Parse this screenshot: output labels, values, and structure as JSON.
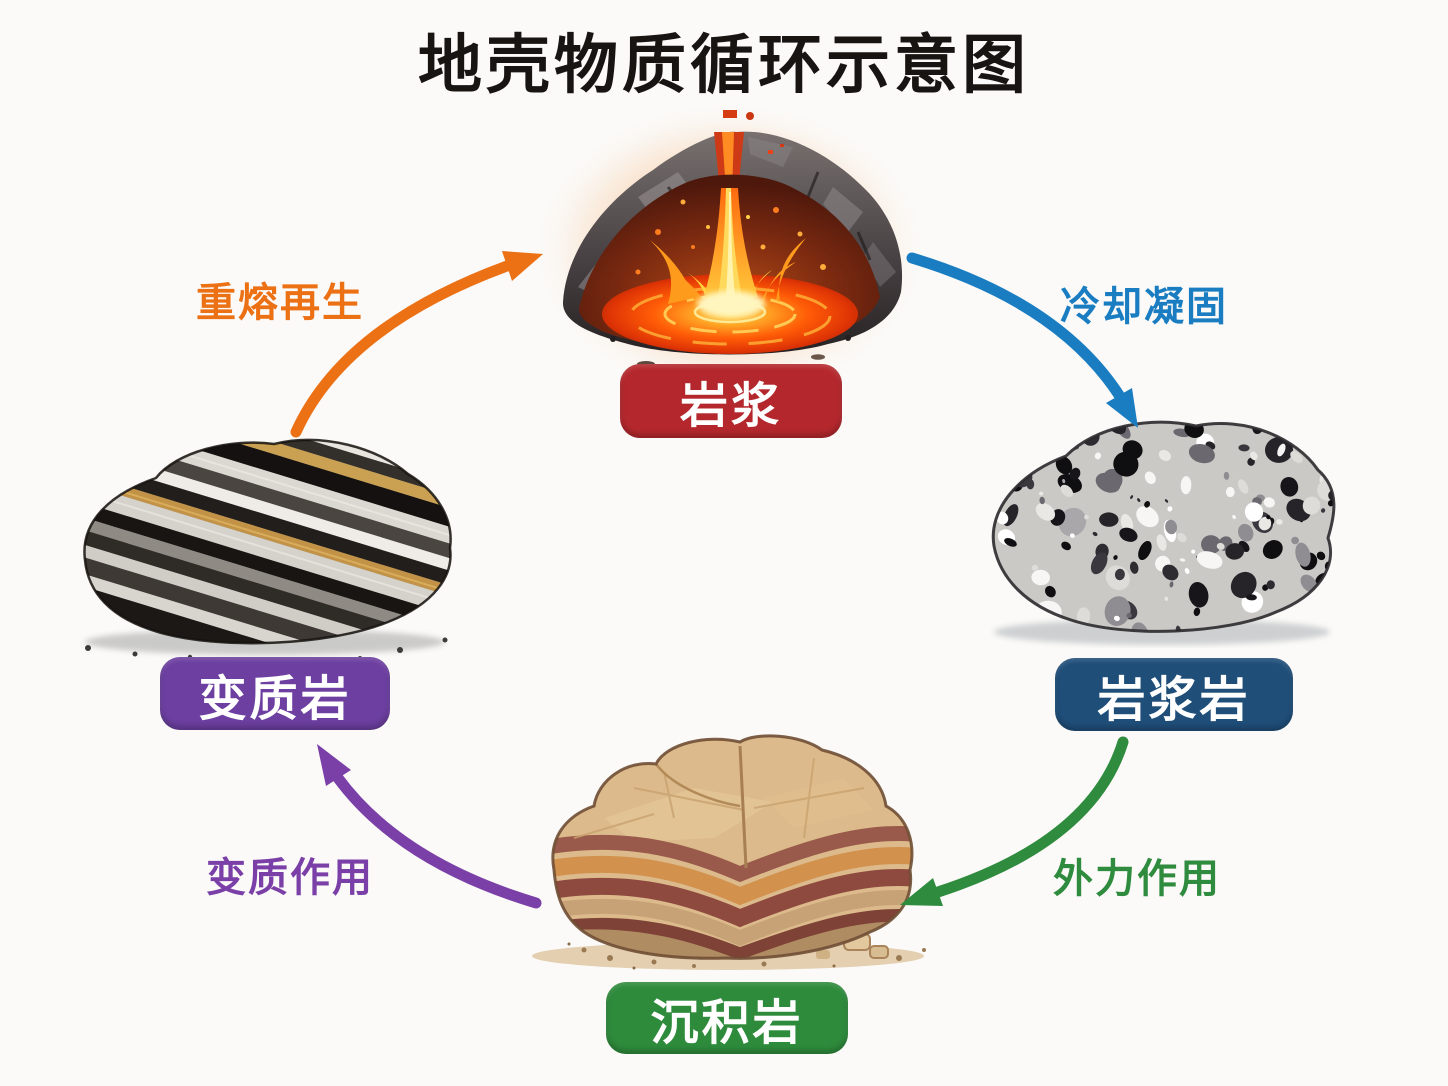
{
  "title": "地壳物质循环示意图",
  "background_color": "#fbfaf8",
  "nodes": {
    "magma": {
      "label": "岩浆",
      "badge_color": "#b4282d",
      "illustration": "volcanic-crater-with-erupting-lava"
    },
    "igneous": {
      "label": "岩浆岩",
      "badge_color": "#1f4e79",
      "illustration": "speckled-granite-boulder"
    },
    "sedimentary": {
      "label": "沉积岩",
      "badge_color": "#2e8b3c",
      "illustration": "layered-sedimentary-rock-block"
    },
    "metamorphic": {
      "label": "变质岩",
      "badge_color": "#6c3fa0",
      "illustration": "banded-gneiss-boulder"
    }
  },
  "processes": {
    "remelting": {
      "label": "重熔再生",
      "color": "#ec7014",
      "from": "变质岩",
      "to": "岩浆"
    },
    "cooling": {
      "label": "冷却凝固",
      "color": "#1a7dc2",
      "from": "岩浆",
      "to": "岩浆岩"
    },
    "weathering": {
      "label": "外力作用",
      "color": "#2f8b3e",
      "from": "岩浆岩",
      "to": "沉积岩"
    },
    "metamorphism": {
      "label": "变质作用",
      "color": "#7b40a8",
      "from": "沉积岩",
      "to": "变质岩"
    }
  }
}
